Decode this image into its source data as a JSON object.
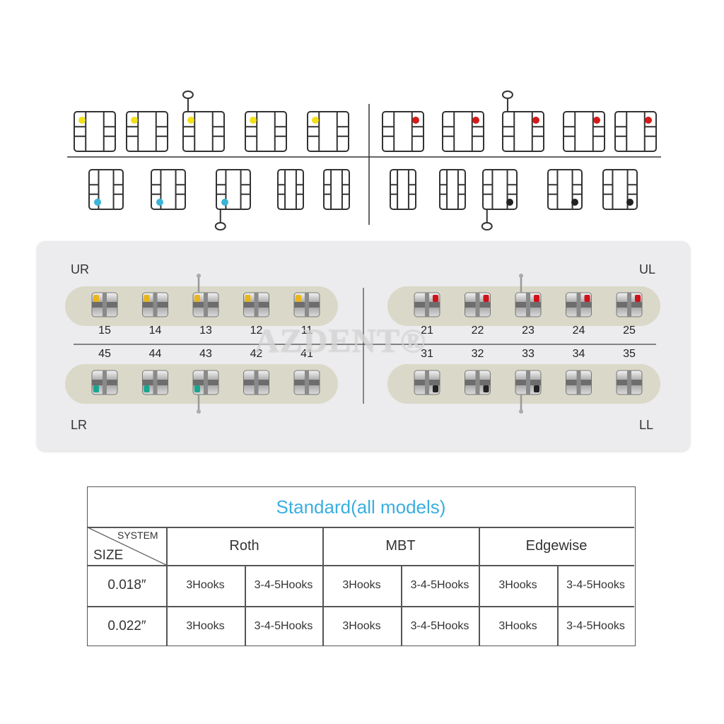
{
  "tray": {
    "quadrants": {
      "ur": "UR",
      "ul": "UL",
      "lr": "LR",
      "ll": "LL"
    },
    "upper_right_numbers": [
      "15",
      "14",
      "13",
      "12",
      "11"
    ],
    "upper_left_numbers": [
      "21",
      "22",
      "23",
      "24",
      "25"
    ],
    "lower_right_numbers": [
      "45",
      "44",
      "43",
      "42",
      "41"
    ],
    "lower_left_numbers": [
      "31",
      "32",
      "33",
      "34",
      "35"
    ],
    "dot_colors": {
      "upper_right": "#e8b61a",
      "upper_left": "#d0121b",
      "lower_right": "#1aa58f",
      "lower_left": "#222222"
    }
  },
  "watermark": "AZDENT®",
  "diagram": {
    "dot_colors": {
      "upper_right": "#f2e01a",
      "upper_left": "#d21b1b",
      "lower_right": "#3ab4d8",
      "lower_left": "#222222"
    }
  },
  "table": {
    "title": "Standard(all models)",
    "title_color": "#3aaee0",
    "corner_system": "SYSTEM",
    "corner_size": "SIZE",
    "systems": [
      "Roth",
      "MBT",
      "Edgewise"
    ],
    "rows": [
      {
        "size": "0.018″",
        "cells": [
          "3Hooks",
          "3-4-5Hooks",
          "3Hooks",
          "3-4-5Hooks",
          "3Hooks",
          "3-4-5Hooks"
        ]
      },
      {
        "size": "0.022″",
        "cells": [
          "3Hooks",
          "3-4-5Hooks",
          "3Hooks",
          "3-4-5Hooks",
          "3Hooks",
          "3-4-5Hooks"
        ]
      }
    ]
  }
}
